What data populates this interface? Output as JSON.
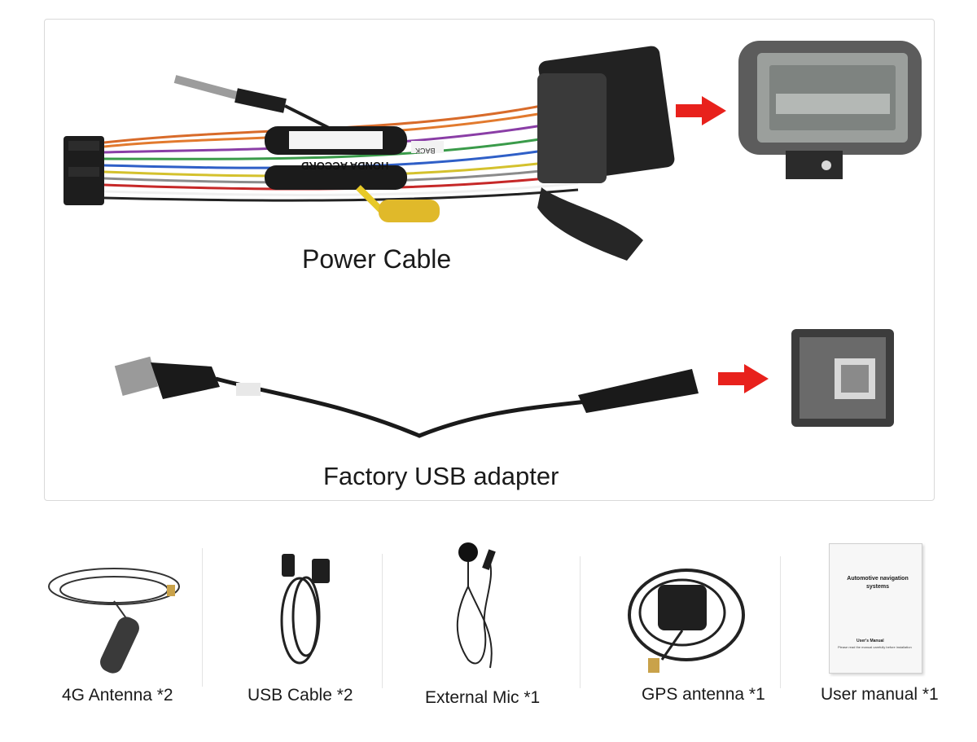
{
  "main_panel": {
    "power_cable": {
      "caption": "Power Cable",
      "box_label": "HONDA ACCORD",
      "tag_label": "BACK"
    },
    "usb_adapter": {
      "caption": "Factory USB adapter"
    },
    "arrow_color": "#e8211c"
  },
  "accessories": [
    {
      "caption": "4G Antenna *2",
      "icon": "antenna-icon"
    },
    {
      "caption": "USB Cable *2",
      "icon": "usb-cable-icon"
    },
    {
      "caption": "External Mic *1",
      "icon": "microphone-icon"
    },
    {
      "caption": "GPS antenna *1",
      "icon": "gps-antenna-icon"
    },
    {
      "caption": "User manual *1",
      "icon": "manual-icon"
    }
  ],
  "manual": {
    "title": "Automotive navigation systems",
    "subtitle": "User's Manual",
    "footnote": "Please read the manual carefully before installation"
  }
}
